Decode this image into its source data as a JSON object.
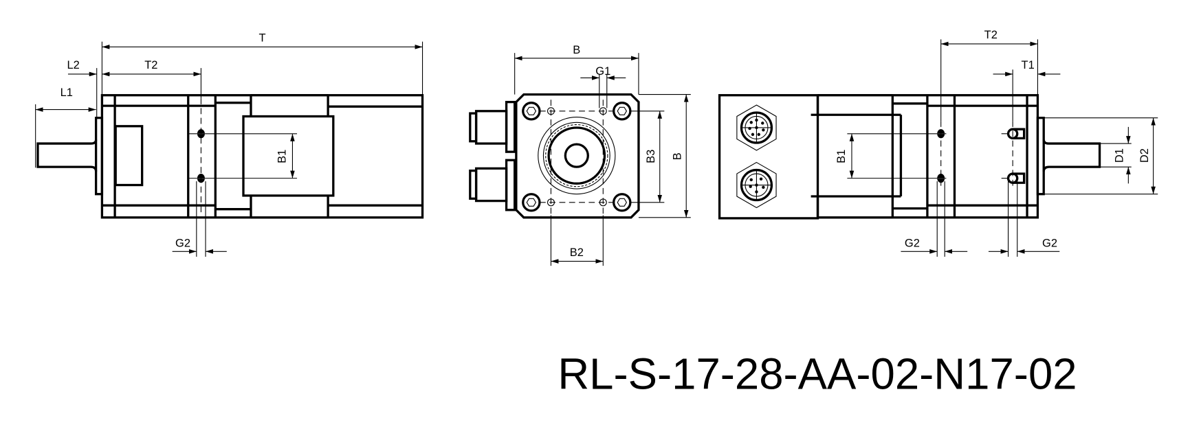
{
  "drawing": {
    "part_number": "RL-S-17-28-AA-02-N17-02",
    "line_color": "#000000",
    "background": "#ffffff",
    "side_view": {
      "dims": {
        "T": "T",
        "L2": "L2",
        "T2": "T2",
        "L1": "L1",
        "B1": "B1",
        "G2": "G2"
      }
    },
    "front_view": {
      "dims": {
        "B_top": "B",
        "G1": "G1",
        "B3": "B3",
        "B_side": "B",
        "B2": "B2"
      }
    },
    "rear_view": {
      "dims": {
        "T2": "T2",
        "T1": "T1",
        "B1": "B1",
        "D1": "D1",
        "D2": "D2",
        "G2_left": "G2",
        "G2_right": "G2"
      }
    }
  }
}
